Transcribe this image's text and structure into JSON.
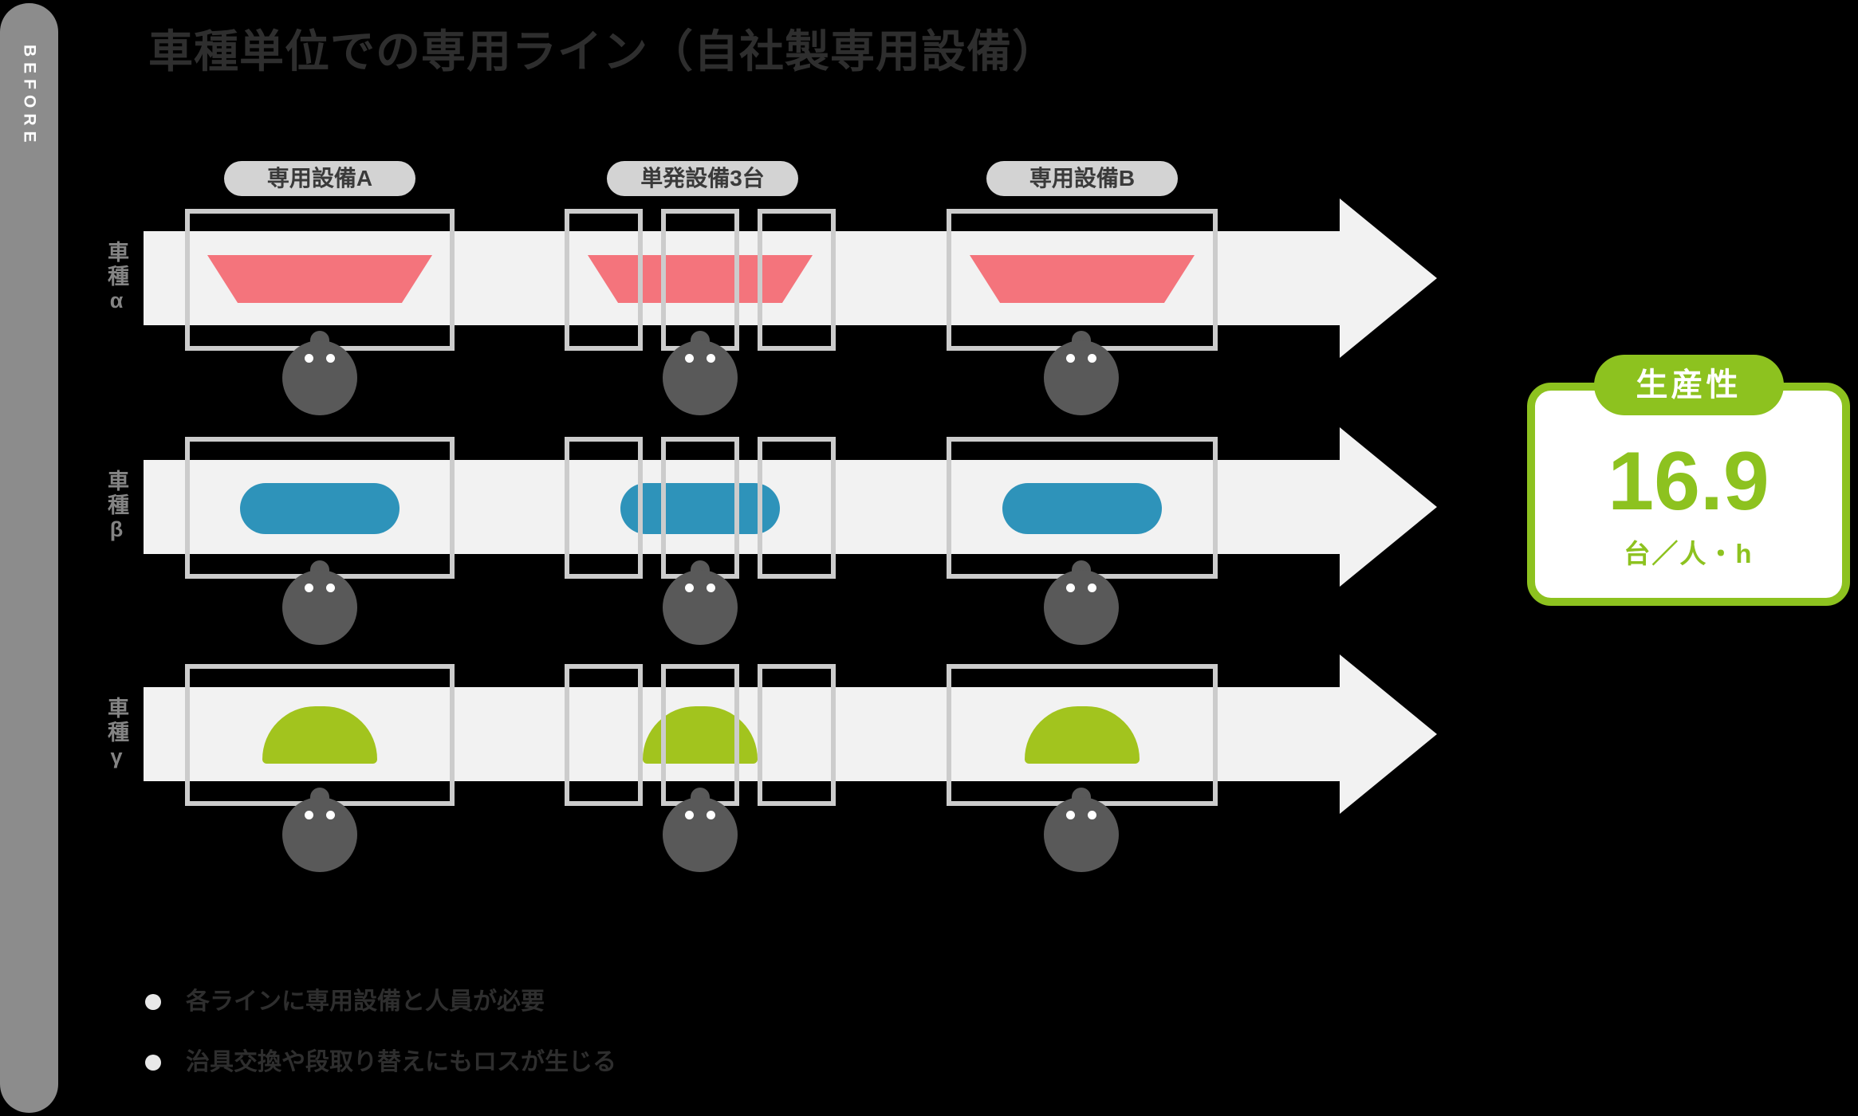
{
  "sidebar": {
    "label": "BEFORE"
  },
  "title": "車種単位での専用ライン（自社製専用設備）",
  "equipment_labels": [
    {
      "label": "専用設備A"
    },
    {
      "label": "単発設備3台"
    },
    {
      "label": "専用設備B"
    }
  ],
  "lines": [
    {
      "label": "車種α",
      "part_shape": "trapezoid",
      "color": "#F4747C"
    },
    {
      "label": "車種β",
      "part_shape": "pill",
      "color": "#2E93BA"
    },
    {
      "label": "車種γ",
      "part_shape": "semicircle",
      "color": "#A2C41E"
    }
  ],
  "productivity_card": {
    "badge": "生産性",
    "value": "16.9",
    "unit": "台／人・h",
    "accent_color": "#8DC21F"
  },
  "notes": [
    {
      "text": "各ラインに専用設備と人員が必要"
    },
    {
      "text": "治具交換や段取り替えにもロスが生じる"
    }
  ],
  "colors": {
    "background": "#000000",
    "sidebar": "#8C8C8C",
    "arrow": "#F2F2F2",
    "equipment_box_stroke": "#CCCCCC",
    "equipment_label_bg": "#D3D3D3",
    "worker": "#595959",
    "line_label_text": "#848484",
    "title_text": "#2E2E2E",
    "note_text": "#2E2E2E",
    "note_dot": "#E8E8E8"
  }
}
